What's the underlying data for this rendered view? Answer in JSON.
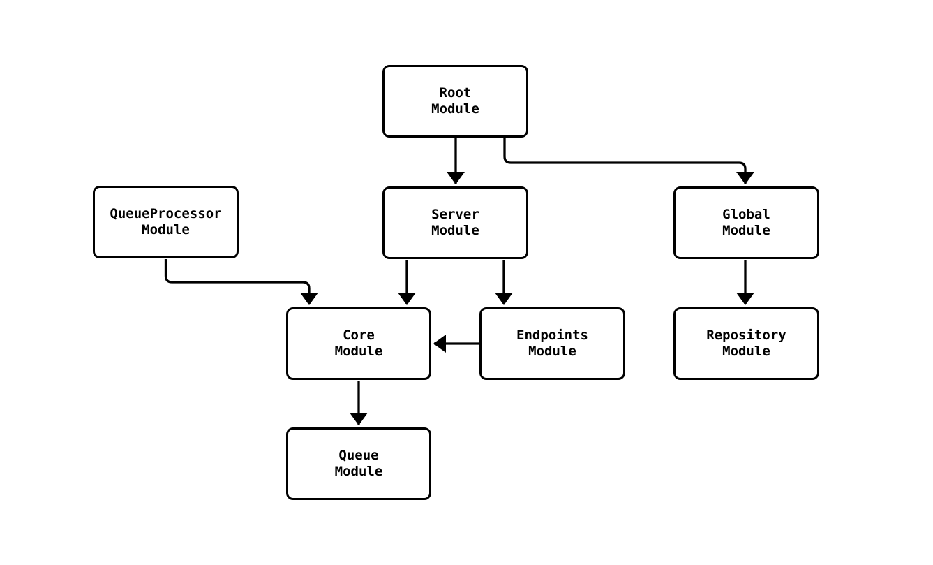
{
  "diagram": {
    "type": "flowchart",
    "direction": "top-down",
    "background_color": "#ffffff",
    "node_fill_color": "#ffffff",
    "node_border_color": "#000000",
    "edge_color": "#000000",
    "text_color": "#000000",
    "nodes": [
      {
        "id": "root",
        "label": "Root\nModule"
      },
      {
        "id": "queueprocessor",
        "label": "QueueProcessor\nModule"
      },
      {
        "id": "server",
        "label": "Server\nModule"
      },
      {
        "id": "global",
        "label": "Global\nModule"
      },
      {
        "id": "core",
        "label": "Core\nModule"
      },
      {
        "id": "endpoints",
        "label": "Endpoints\nModule"
      },
      {
        "id": "repository",
        "label": "Repository\nModule"
      },
      {
        "id": "queue",
        "label": "Queue\nModule"
      }
    ],
    "edges": [
      {
        "from": "root",
        "to": "server"
      },
      {
        "from": "root",
        "to": "global"
      },
      {
        "from": "queueprocessor",
        "to": "core"
      },
      {
        "from": "server",
        "to": "core"
      },
      {
        "from": "server",
        "to": "endpoints"
      },
      {
        "from": "global",
        "to": "repository"
      },
      {
        "from": "endpoints",
        "to": "core"
      },
      {
        "from": "core",
        "to": "queue"
      }
    ]
  }
}
